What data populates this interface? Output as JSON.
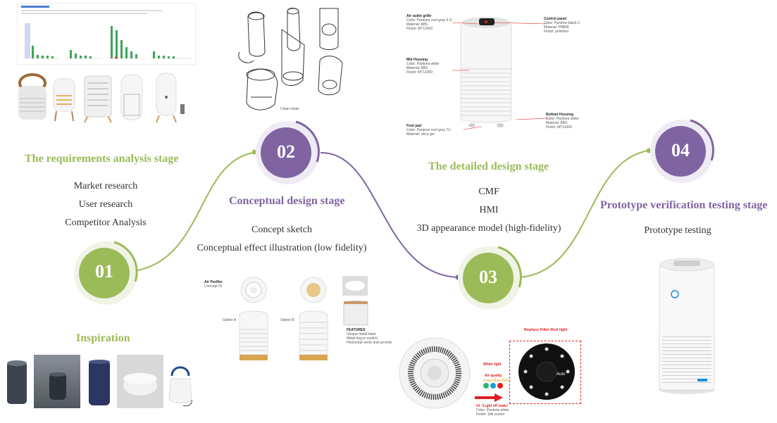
{
  "stages": [
    {
      "number": "01",
      "title": "The requirements analysis stage",
      "color": "#9bbb59",
      "items": [
        "Market research",
        "User research",
        "Competitor Analysis"
      ]
    },
    {
      "number": "02",
      "title": "Conceptual design stage",
      "color": "#8064a2",
      "items": [
        "Concept sketch",
        "Conceptual effect illustration (low fidelity)"
      ]
    },
    {
      "number": "03",
      "title": "The detailed design stage",
      "color": "#9bbb59",
      "items": [
        "CMF",
        "HMI",
        "3D appearance model (high-fidelity)"
      ]
    },
    {
      "number": "04",
      "title": "Prototype verification testing stage",
      "color": "#8064a2",
      "items": [
        "Prototype testing"
      ]
    }
  ],
  "inspiration_label": "Inspiration",
  "cmf_callouts": {
    "air_outlet": {
      "title": "Air outlet grille",
      "lines": [
        "Color: Pantone cool gray 4 U",
        "Material: ABS",
        "Finish: MT11000"
      ]
    },
    "control_panel": {
      "title": "Control panel",
      "lines": [
        "Color: Pantone black C",
        "Material: PMMA",
        "Finish: polished"
      ]
    },
    "mid_housing": {
      "title": "Mid Housing",
      "lines": [
        "Color: Pantone white",
        "Material: ABS",
        "Finish: MT11000"
      ]
    },
    "bottom_housing": {
      "title": "Bottom Housing",
      "lines": [
        "Color: Pantone white",
        "Material: ABS",
        "Finish: MT11000"
      ]
    },
    "foot_pad": {
      "title": "Foot pad",
      "lines": [
        "Color: Pantone cool gray 7U",
        "Material: silica gel"
      ]
    }
  },
  "hmi_callouts": {
    "replace_filter": "Replace Filter:Red light",
    "white_light": "White light",
    "air_quality": "Air quality",
    "air_quality_sub": "Green Blue Red",
    "auto": "Auto",
    "ui_state": "UI（Light off state）",
    "ui_lines": [
      "Color: Pantone white",
      "Finish: Silk screen"
    ]
  },
  "concept_board": {
    "title": "Air Purifier",
    "subtitle": "Concept 01",
    "option_a": "Option A",
    "option_b": "Option B",
    "features_title": "FEATURES",
    "features": [
      "Unique metal base",
      "Metal ring in control",
      "Horizontal vents and accents"
    ]
  },
  "sketch_note": "Clean mode"
}
